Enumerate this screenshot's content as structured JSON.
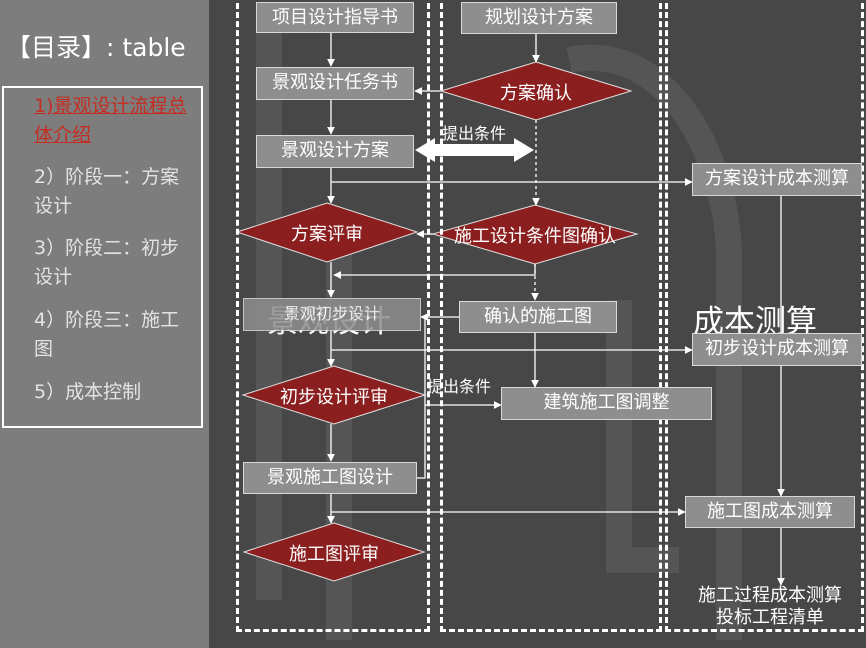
{
  "toc": {
    "title": "【目录】: table",
    "items": [
      {
        "label": "1)景观设计流程总体介绍",
        "active": true
      },
      {
        "label": "2）阶段一：方案设计",
        "active": false
      },
      {
        "label": "3）阶段二：初步设计",
        "active": false
      },
      {
        "label": "4）阶段三：施工图",
        "active": false
      },
      {
        "label": "5）成本控制",
        "active": false
      }
    ]
  },
  "flowchart": {
    "nodes": {
      "n1": "项目设计指导书",
      "n2": "景观设计任务书",
      "n3": "景观设计方案",
      "n4": "景观初步设计",
      "n5": "景观施工图设计",
      "n6": "规划设计方案",
      "n7": "确认的施工图",
      "n8": "建筑施工图调整",
      "n9": "方案设计成本测算",
      "n10": "初步设计成本测算",
      "n11": "施工图成本测算",
      "n12": "施工过程成本测算",
      "n13": "投标工程清单"
    },
    "decisions": {
      "d1": "方案确认",
      "d2": "方案评审",
      "d3": "施工设计条件图确认",
      "d4": "初步设计评审",
      "d5": "施工图评审"
    },
    "edge_labels": {
      "e1": "提出条件",
      "e2": "提出条件"
    },
    "column_titles": {
      "c1": "景观设计",
      "c3": "成本测算"
    }
  },
  "colors": {
    "sidebar_bg": "#7d7d7d",
    "diagram_bg": "#474747",
    "node_fill": "#8e8e8e",
    "decision_fill": "#8b1e1e",
    "active_link": "#c42d22"
  }
}
